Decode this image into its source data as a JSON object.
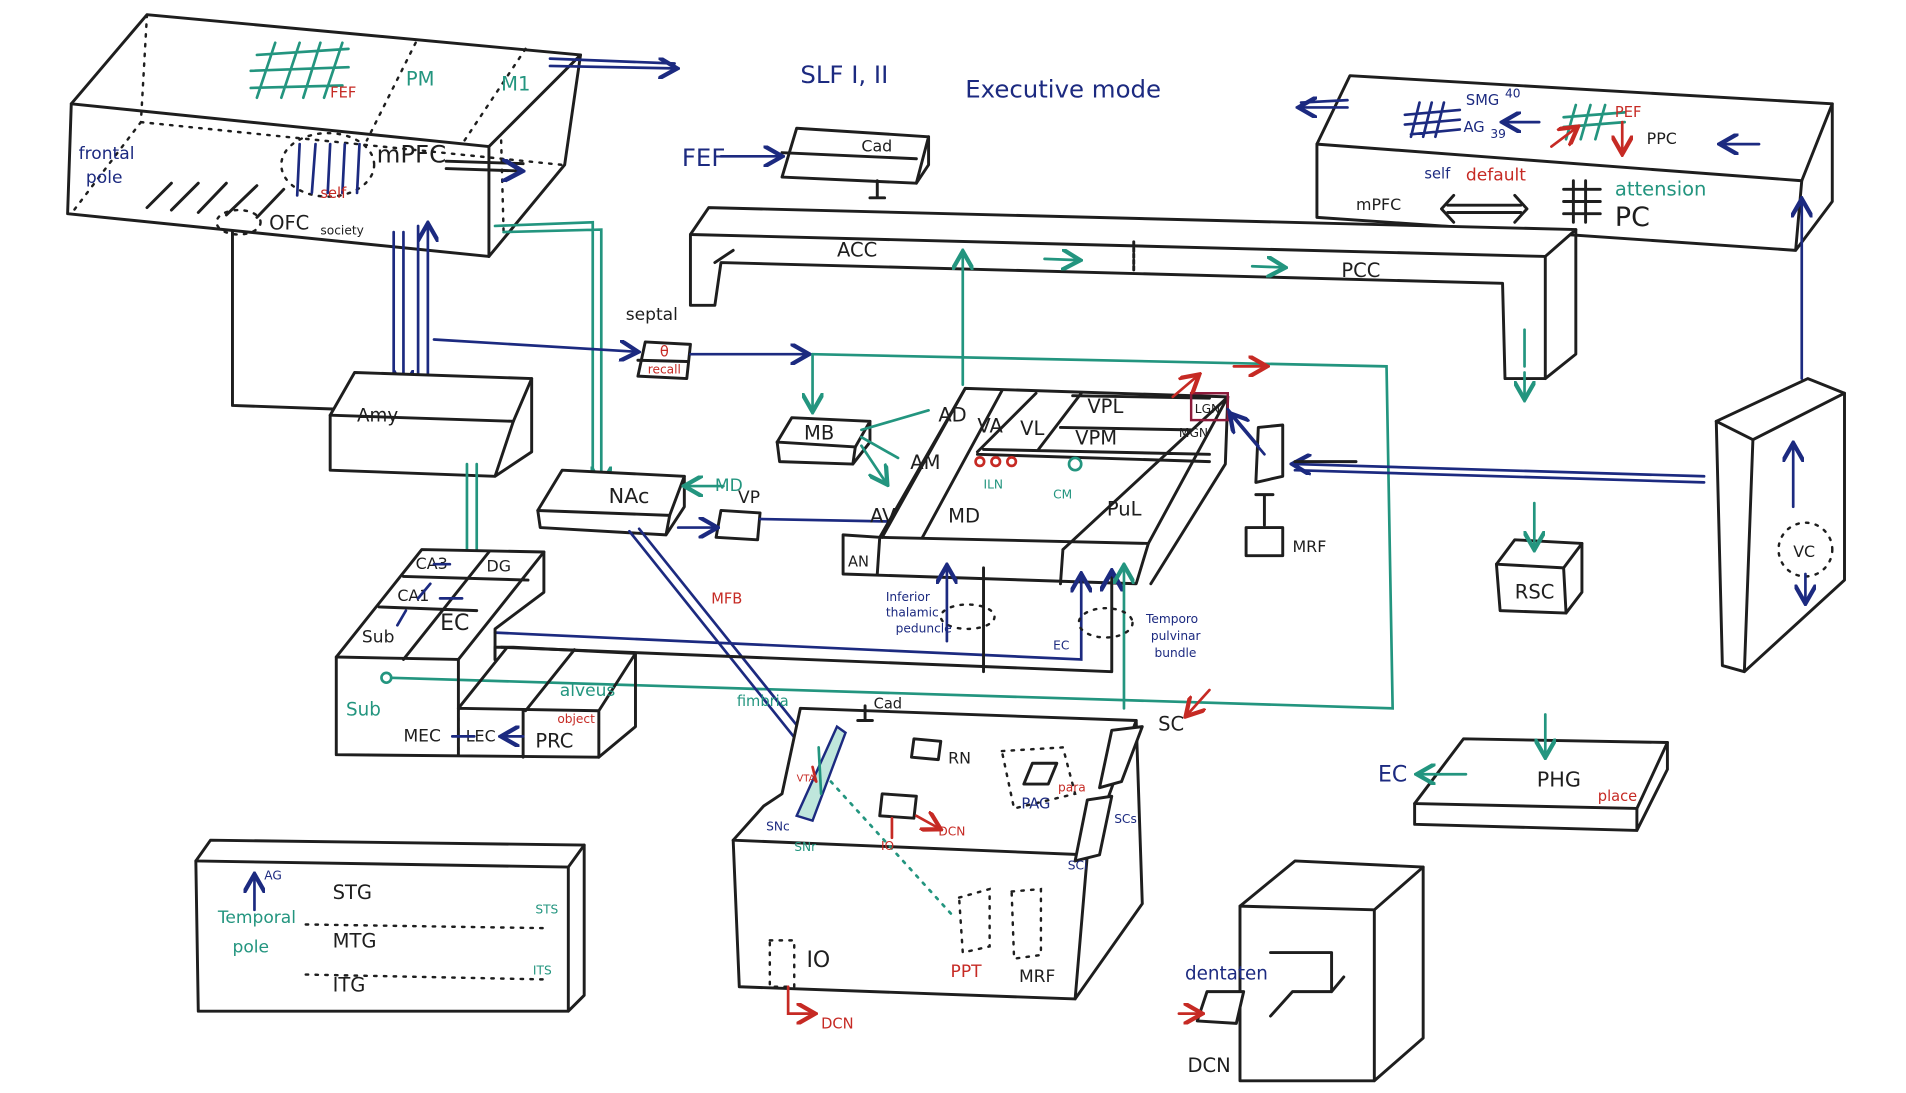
{
  "colors": {
    "ink": "#1e1e1e",
    "navy": "#1c2a80",
    "green": "#23957f",
    "red": "#c62a24"
  },
  "header": {
    "slf": "SLF I, II",
    "mode": "Executive mode"
  },
  "frontal": {
    "fef": "FEF",
    "pm": "PM",
    "m1": "M1",
    "frontal_pole_1": "frontal",
    "frontal_pole_2": "pole",
    "mpfc": "mPFC",
    "self": "self",
    "ofc": "OFC",
    "society": "society"
  },
  "caudate_top": {
    "fef": "FEF",
    "cad": "Cad"
  },
  "parietal": {
    "smg": "SMG",
    "smg_num": "40",
    "ag": "AG",
    "ag_num": "39",
    "pef": "PEF",
    "ppc": "PPC",
    "self": "self",
    "default": "default",
    "mpfc": "mPFC",
    "attension": "attension",
    "pc": "PC"
  },
  "cingulate": {
    "acc": "ACC",
    "pcc": "PCC"
  },
  "septal": {
    "label": "septal",
    "theta": "θ",
    "recall": "recall"
  },
  "amygdala": {
    "label": "Amy"
  },
  "striatum": {
    "nac": "NAc",
    "md": "MD",
    "vp": "VP"
  },
  "mb": {
    "label": "MB"
  },
  "thalamus": {
    "ad": "AD",
    "va": "VA",
    "vl": "VL",
    "vpl": "VPL",
    "vpm": "VPM",
    "am": "AM",
    "av": "AV",
    "md": "MD",
    "pul": "PuL",
    "an": "AN",
    "iln": "ILN",
    "cm": "CM",
    "lgn": "LGN",
    "mgn": "MGN"
  },
  "tracts": {
    "itp_1": "Inferior",
    "itp_2": "thalamic",
    "itp_3": "peduncle",
    "tpb_1": "Temporo",
    "tpb_2": "pulvinar",
    "tpb_3": "bundle",
    "ec": "EC",
    "mfb": "MFB",
    "fimbria": "fimbria",
    "alveus": "alveus"
  },
  "mrf_top": {
    "label": "MRF"
  },
  "hippocampus": {
    "ca3": "CA3",
    "dg": "DG",
    "ca1": "CA1",
    "sub": "Sub",
    "ec": "EC",
    "sub_front": "Sub",
    "mec": "MEC",
    "lec": "LEC",
    "prc": "PRC",
    "object": "object"
  },
  "brainstem": {
    "cad": "Cad",
    "rn": "RN",
    "pag": "PAG",
    "para": "para",
    "sc": "SC",
    "scs": "SCs",
    "sci": "SCi",
    "vta": "VTA",
    "snc": "SNc",
    "snr": "SNr",
    "io_red": "IO",
    "dcn_red": "DCN",
    "io": "IO",
    "ppt": "PPT",
    "mrf": "MRF",
    "dcn_bottom": "DCN"
  },
  "temporal": {
    "ag": "AG",
    "temporal": "Temporal",
    "pole": "pole",
    "stg": "STG",
    "mtg": "MTG",
    "itg": "ITG",
    "sts": "STS",
    "its": "ITS"
  },
  "cerebellum": {
    "dentate": "dentaten",
    "dcn": "DCN"
  },
  "rsc": {
    "label": "RSC"
  },
  "vc": {
    "label": "VC"
  },
  "phg": {
    "label": "PHG",
    "place": "place",
    "ec": "EC"
  }
}
